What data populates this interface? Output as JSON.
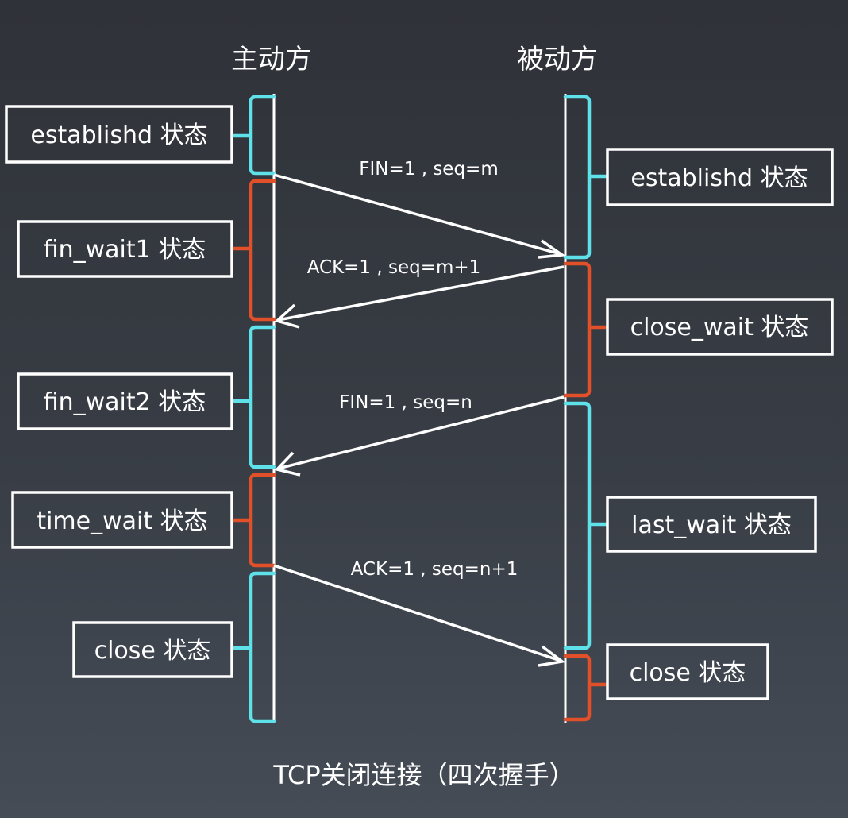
{
  "lanes": {
    "active": "主动方",
    "passive": "被动方"
  },
  "colors": {
    "cyan": "#5fe1ea",
    "red": "#e2502a",
    "white": "#ffffff"
  },
  "active_states": [
    {
      "label": "establishd 状态",
      "color": "cyan"
    },
    {
      "label": "fin_wait1 状态",
      "color": "red"
    },
    {
      "label": "fin_wait2 状态",
      "color": "cyan"
    },
    {
      "label": "time_wait 状态",
      "color": "red"
    },
    {
      "label": "close 状态",
      "color": "cyan"
    }
  ],
  "passive_states": [
    {
      "label": "establishd 状态",
      "color": "cyan"
    },
    {
      "label": "close_wait 状态",
      "color": "red"
    },
    {
      "label": "last_wait 状态",
      "color": "cyan"
    },
    {
      "label": "close 状态",
      "color": "red"
    }
  ],
  "messages": [
    {
      "label": "FIN=1 , seq=m",
      "direction": "active-to-passive"
    },
    {
      "label": "ACK=1 , seq=m+1",
      "direction": "passive-to-active"
    },
    {
      "label": "FIN=1 , seq=n",
      "direction": "passive-to-active"
    },
    {
      "label": "ACK=1 , seq=n+1",
      "direction": "active-to-passive"
    }
  ],
  "caption": "TCP关闭连接（四次握手）"
}
